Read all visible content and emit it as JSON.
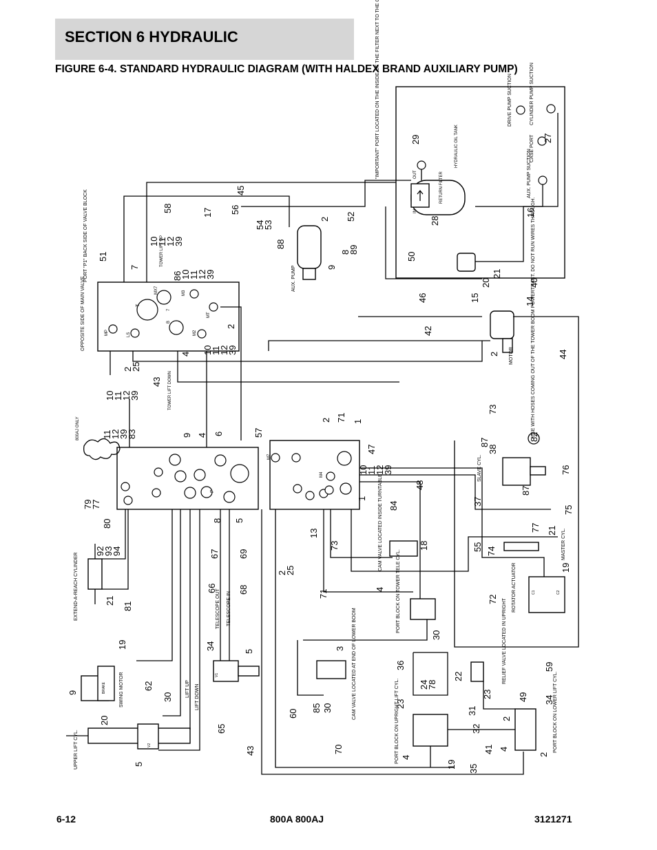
{
  "header": {
    "section": "SECTION 6   HYDRAULIC",
    "figure_title": "FIGURE 6-4. STANDARD HYDRAULIC DIAGRAM (WITH HALDEX BRAND AUXILIARY PUMP)"
  },
  "footer": {
    "page": "6-12",
    "model": "800A 800AJ",
    "doc_number": "3121271"
  },
  "labels": {
    "important_note": "\"IMPORTANT\" PORT LOCATED ON THE INSIDE OF THE FILTER NEXT TO THE OUTLET PORT.",
    "hydraulic_oil_tank": "HYDRAULIC OIL TANK",
    "drive_pump_suction": "DRIVE PUMP SUCTION",
    "cylinder_pump_suction": "CYLINDER PUMP SUCTION",
    "case_port": "CASE PORT",
    "aux_pump_suction": "AUX. PUMP SUCTION",
    "return_filter": "RETURN FILTER",
    "filter_out": "OUT",
    "filter_in": "IN",
    "port_p1": "PORT \"P1\" BACK SIDE OF VALVE BLOCK",
    "opposite_side": "OPPOSITE SIDE OF MAIN VALVE",
    "tower_lift_up": "TOWER LIFT UP",
    "tower_lift_down": "TOWER LIFT DOWN",
    "aux_pump": "AUX. PUMP",
    "motor": "MOTOR",
    "powertract_note": "USE WITH HOSES COMING OUT OF THE TOWER BOOM POWERTRACT. DO NOT RUN WIRES THROUGH.",
    "only_800aj": "800AJ ONLY",
    "slave_cyl": "SLAVE CYL.",
    "master_cyl": "MASTER CYL.",
    "rotator_actuator": "ROTATOR ACTUATOR",
    "extend_a_reach": "EXTEND-A-REACH CYLINDER",
    "cam_valve_turntable": "CAM VALVE LOCATED INSIDE TURNTABLE",
    "port_block_tower_tele": "PORT BLOCK ON TOWER TELE CYL.",
    "telescope_out": "TELESCOPE OUT",
    "telescope_in": "TELESCOPE IN",
    "swing_motor": "SWING MOTOR",
    "brake": "BRAKE",
    "lift_up": "LIFT UP",
    "lift_down": "LIFT DOWN",
    "upper_lift_cyl": "UPPER LIFT CYL.",
    "cam_valve_lower_boom": "CAM VALVE LOCATED AT END OF LOWER BOOM",
    "port_block_upright": "PORT BLOCK ON UPRIGHT LIFT CYL.",
    "relief_valve_upright": "RELIEF VALVE LOCATED IN UPRIGHT",
    "port_block_lower": "PORT BLOCK ON LOWER LIFT CYL."
  },
  "port_labels": {
    "mp": "MP",
    "ls": "LS",
    "t": "T",
    "mx7": "MX7",
    "seven": "7",
    "b": "B",
    "m2": "M2",
    "m3": "M3",
    "mt": "MT",
    "m7": "M7",
    "m4": "M4",
    "p": "P",
    "v1": "V1",
    "v2": "V2",
    "c1": "C1",
    "c2": "C2"
  },
  "callouts": {
    "c29": "29",
    "c28": "28",
    "c27": "27",
    "c16": "16",
    "c50": "50",
    "c20": "20",
    "c21a": "21",
    "c40": "40",
    "c46": "46",
    "c15": "15",
    "c14": "14",
    "c42": "42",
    "c2a": "2",
    "c44": "44",
    "c73a": "73",
    "c17": "17",
    "c45": "45",
    "c56": "56",
    "c58": "58",
    "c54_53": "54\n53",
    "c52": "52",
    "c2b": "2",
    "c88": "88",
    "c8_89": "8\n89",
    "c9a": "9",
    "c51": "51",
    "c7": "7",
    "c10_39a": "10\n11\n12\n39",
    "c86": "86",
    "c10_39b": "10\n11\n12\n39",
    "c2c": "2",
    "c4a": "4",
    "c10_39c": "10\n11\n12\n39",
    "c2_25a": "2\n25",
    "c43a": "43",
    "c10_39d": "10\n11\n12\n39",
    "c11_83": "11\n12\n39\n83",
    "c9b": "9",
    "c4b": "4",
    "c6": "6",
    "c57": "57",
    "c2d": "2",
    "c71a": "71",
    "c1a": "1",
    "c47": "47",
    "c10_39e": "10\n11\n12\n39",
    "c1b": "1",
    "c87a": "87",
    "c38": "38",
    "c82": "82",
    "c87b": "87",
    "c76": "76",
    "c79_77": "79\n77",
    "c80": "80",
    "c8": "8",
    "c5a": "5",
    "c48": "48",
    "c84": "84",
    "c37": "37",
    "c75": "75",
    "c13": "13",
    "c73b": "73",
    "c55": "55",
    "c74": "74",
    "c77": "77",
    "c21b": "21",
    "c92_94": "92\n93\n94",
    "c67": "67",
    "c69": "69",
    "c18": "18",
    "c19a": "19",
    "c2_25b": "2\n25",
    "c4c": "4",
    "c72": "72",
    "c21c": "21",
    "c81": "81",
    "c66": "66",
    "c68": "68",
    "c71b": "71",
    "c30a": "30",
    "c34a": "34",
    "c5b": "5",
    "c3": "3",
    "c36": "36",
    "c22": "22",
    "c59": "59",
    "c19b": "19",
    "c24_78": "24\n78",
    "c23a": "23",
    "c49": "49",
    "c9c": "9",
    "c62": "62",
    "c30b": "30",
    "c60": "60",
    "c85": "85",
    "c30c": "30",
    "c23b": "23",
    "c31": "31",
    "c32": "32",
    "c2e": "2",
    "c34b": "34",
    "c20b": "20",
    "c65": "65",
    "c4d": "4",
    "c19c": "19",
    "c35": "35",
    "c41": "41",
    "c4e": "4",
    "c2f": "2",
    "c5c": "5",
    "c43b": "43",
    "c70": "70"
  }
}
